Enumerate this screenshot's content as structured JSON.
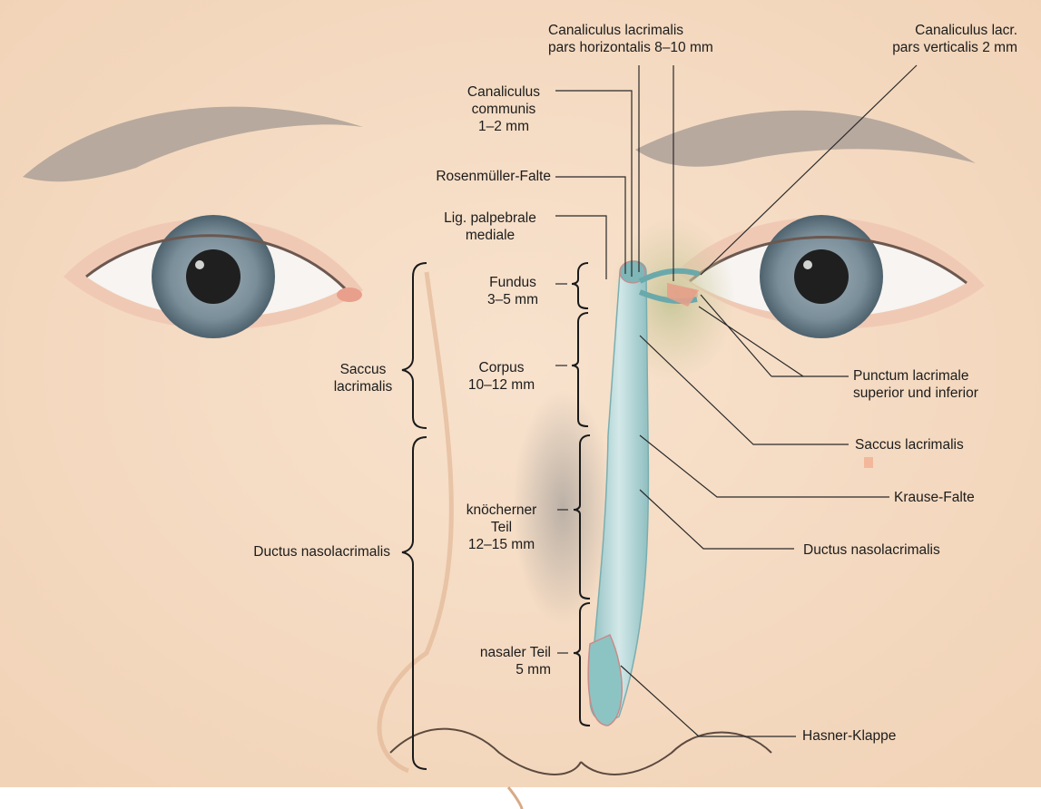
{
  "labels": {
    "canal_horizontal": [
      "Canaliculus lacrimalis",
      "pars horizontalis 8–10 mm"
    ],
    "canal_vertical": [
      "Canaliculus lacr.",
      "pars verticalis 2 mm"
    ],
    "canal_communis": [
      "Canaliculus",
      "communis",
      "1–2 mm"
    ],
    "rosenmueller": "Rosenmüller-Falte",
    "lig_palp": [
      "Lig. palpebrale",
      "mediale"
    ],
    "fundus": [
      "Fundus",
      "3–5 mm"
    ],
    "saccus_left": [
      "Saccus",
      "lacrimalis"
    ],
    "corpus": [
      "Corpus",
      "10–12 mm"
    ],
    "punctum": [
      "Punctum lacrimale",
      "superior und inferior"
    ],
    "saccus_right": "Saccus lacrimalis",
    "krause": "Krause-Falte",
    "knoecherner": [
      "knöcherner",
      "Teil",
      "12–15 mm"
    ],
    "ductus_left": "Ductus nasolacrimalis",
    "ductus_right": "Ductus nasolacrimalis",
    "nasaler": [
      "nasaler Teil",
      "5 mm"
    ],
    "hasner": "Hasner-Klappe"
  },
  "colors": {
    "skin": "#f6dcc3",
    "skin_shadow": "#ecc7a6",
    "duct": "#b9d8d8",
    "duct_dark": "#6fa7a9",
    "iris": "#7d8f99",
    "leader": "#2a2a2a",
    "accent_patch": "#f3b89a"
  }
}
